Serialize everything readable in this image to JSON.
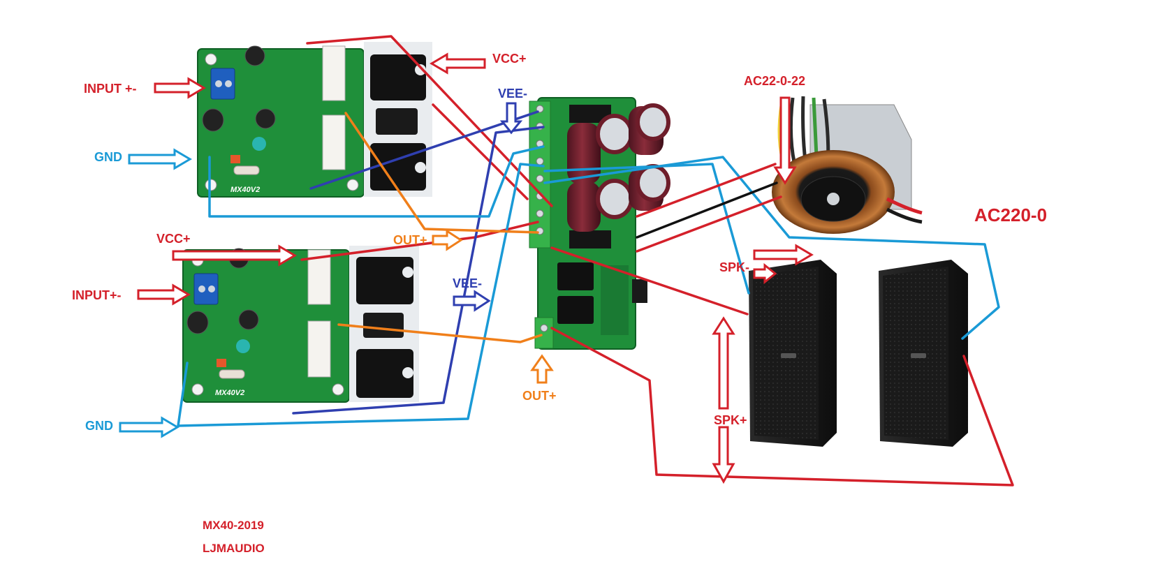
{
  "diagram": {
    "labels": {
      "input_top": "INPUT +-",
      "input_bottom": "INPUT+-",
      "gnd_top": "GND",
      "gnd_bottom": "GND",
      "vcc_top": "VCC+",
      "vcc_bottom": "VCC+",
      "vee_top": "VEE-",
      "vee_bottom": "VEE-",
      "out_top": "OUT+",
      "out_bottom": "OUT+",
      "ac_secondary": "AC22-0-22",
      "ac_mains": "AC220-0",
      "spk_minus": "SPK-",
      "spk_plus": "SPK+",
      "model": "MX40-2019",
      "brand": "LJMAUDIO"
    },
    "board_silkscreen": {
      "amp_top": "MX40V2",
      "amp_bottom": "MX40V2"
    },
    "colors": {
      "red": "#d4202a",
      "blue_light": "#1a9ad6",
      "blue_dark": "#2f3fb0",
      "orange": "#f07f1a",
      "black": "#111111",
      "pcb_green": "#1f8f3a",
      "cap_maroon": "#6e1d2a"
    }
  }
}
